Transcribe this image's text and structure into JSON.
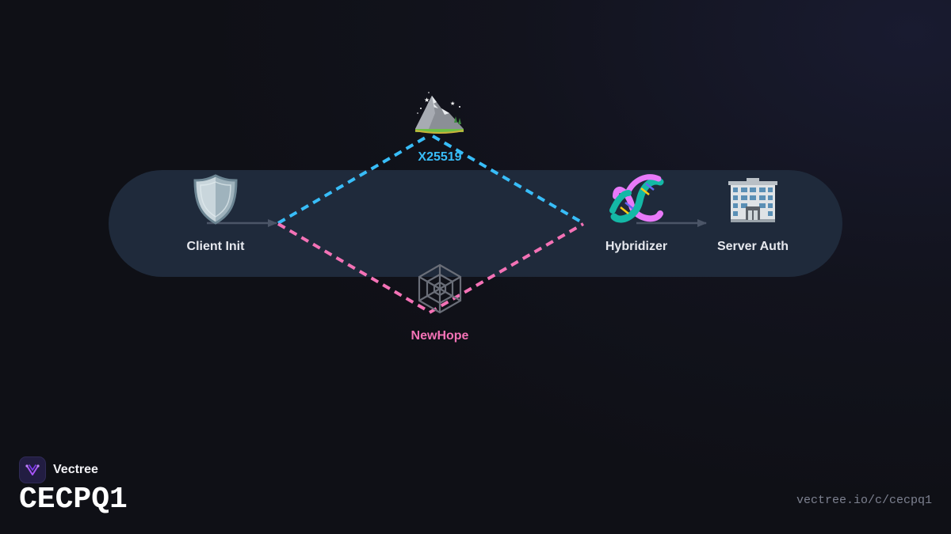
{
  "nodes": {
    "client": {
      "label": "Client Init",
      "icon": "shield-icon"
    },
    "x25519": {
      "label": "X25519",
      "icon": "mountain-icon",
      "color": "#38bdf8"
    },
    "newhope": {
      "label": "NewHope",
      "icon": "spider-web-icon",
      "color": "#f472b6"
    },
    "hybridizer": {
      "label": "Hybridizer",
      "icon": "dna-icon"
    },
    "server": {
      "label": "Server Auth",
      "icon": "office-building-icon"
    }
  },
  "colors": {
    "band": "#1f2a3b",
    "arrow": "#4b5567",
    "classical_path": "#38bdf8",
    "pq_path": "#f472b6"
  },
  "brand": {
    "name": "Vectree",
    "logo": "vectree-logo-icon"
  },
  "title": "CECPQ1",
  "url": "vectree.io/c/cecpq1"
}
